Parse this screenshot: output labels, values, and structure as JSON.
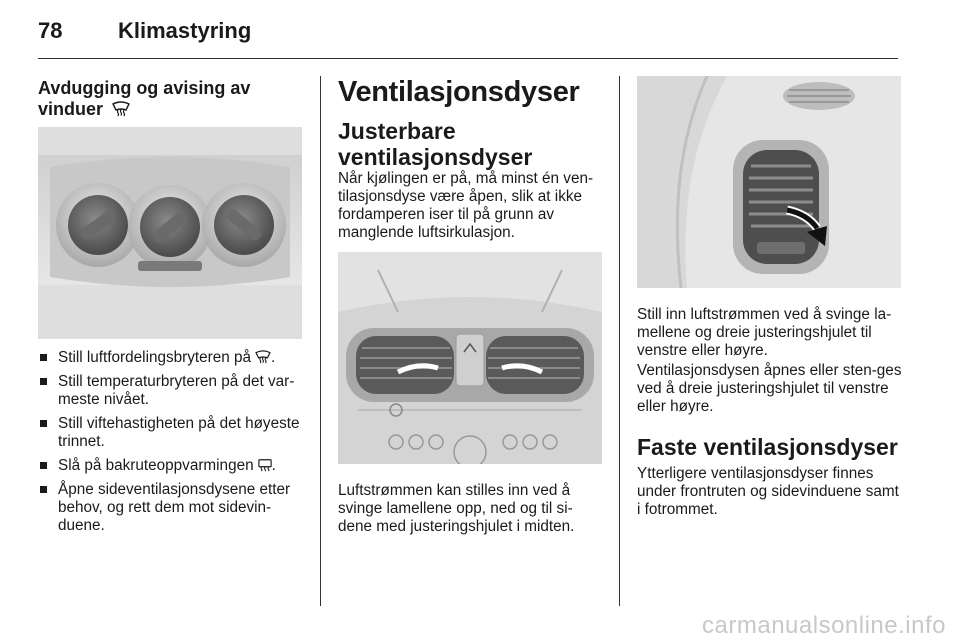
{
  "header": {
    "page_number": "78",
    "title": "Klimastyring"
  },
  "col1": {
    "heading_line1": "Avdugging og avising av",
    "heading_line2": "vinduer",
    "heading_icon": "windshield-defrost-icon",
    "image": "climate-control-knobs-photo",
    "bullets": [
      {
        "text": "Still luftfordelingsbryteren på",
        "icon": "windshield-defrost-icon",
        "suffix": "."
      },
      {
        "text": "Still temperaturbryteren på det var-meste nivået."
      },
      {
        "text": "Still viftehastigheten på det høyeste trinnet."
      },
      {
        "text": "Slå på bakruteoppvarmingen",
        "icon": "rear-window-heat-icon",
        "suffix": "."
      },
      {
        "text": "Åpne sideventilasjonsdysene etter behov, og rett dem mot sidevin-duene."
      }
    ]
  },
  "col2": {
    "title": "Ventilasjonsdyser",
    "subheading_line1": "Justerbare",
    "subheading_line2": "ventilasjonsdyser",
    "intro": "Når kjølingen er på, må minst én ven-tilasjonsdyse være åpen, slik at ikke fordamperen iser til på grunn av manglende luftsirkulasjon.",
    "image": "center-vents-photo",
    "caption": "Luftstrømmen kan stilles inn ved å svinge lamellene opp, ned og til si-dene med justeringshjulet i midten."
  },
  "col3": {
    "image": "side-vent-photo",
    "para1": "Still inn luftstrømmen ved å svinge la-mellene og dreie justeringshjulet til venstre eller høyre.",
    "para2": "Ventilasjonsdysen åpnes eller sten-ges ved å dreie justeringshjulet til venstre eller høyre.",
    "heading": "Faste ventilasjonsdyser",
    "para3": "Ytterligere ventilasjonsdyser finnes under frontruten og sidevinduene samt i fotrommet."
  },
  "watermark": "carmanualsonline.info"
}
